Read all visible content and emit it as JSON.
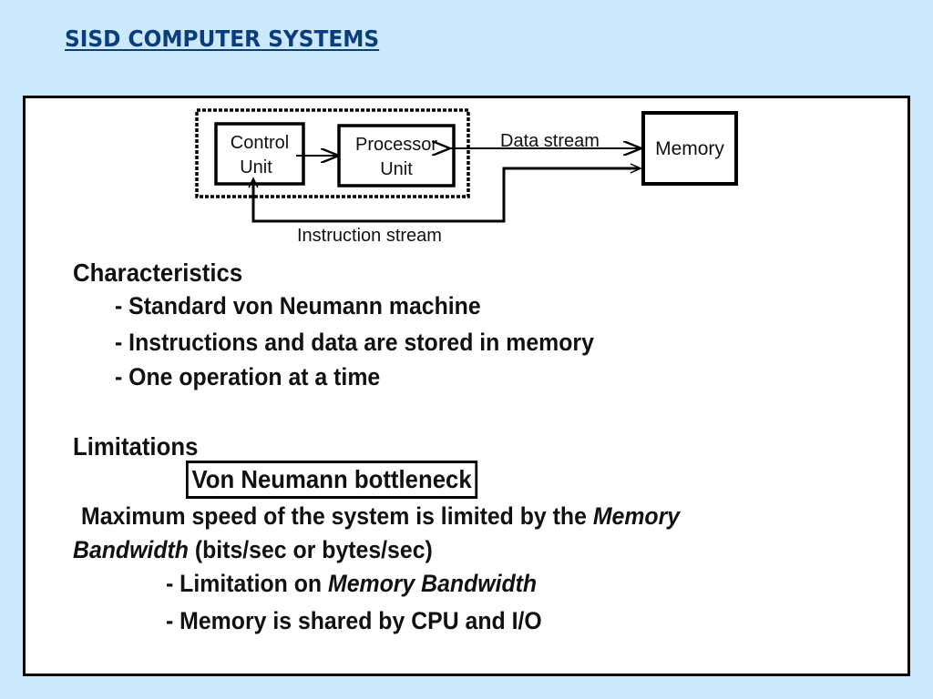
{
  "slide": {
    "title": "SISD COMPUTER SYSTEMS",
    "colors": {
      "background": "#cce8fc",
      "title": "#0a3d7a"
    }
  },
  "diagram": {
    "control_unit": [
      "Control",
      "Unit"
    ],
    "processor_unit": [
      "Processor",
      "Unit"
    ],
    "memory": "Memory",
    "data_stream": "Data stream",
    "instruction_stream": "Instruction stream"
  },
  "characteristics": {
    "heading": "Characteristics",
    "items": [
      "- Standard von Neumann machine",
      "- Instructions and data are stored in memory",
      "- One operation at a time"
    ]
  },
  "limitations": {
    "heading": "Limitations",
    "boxed": "Von Neumann bottleneck",
    "line1_prefix": "Maximum speed of the system is limited by the ",
    "line1_italic": "Memory",
    "line2_italic": "Bandwidth",
    "line2_suffix": " (bits/sec or bytes/sec)",
    "item1_prefix": "- Limitation on ",
    "item1_italic": "Memory Bandwidth",
    "item2": "- Memory is shared by CPU and I/O"
  }
}
